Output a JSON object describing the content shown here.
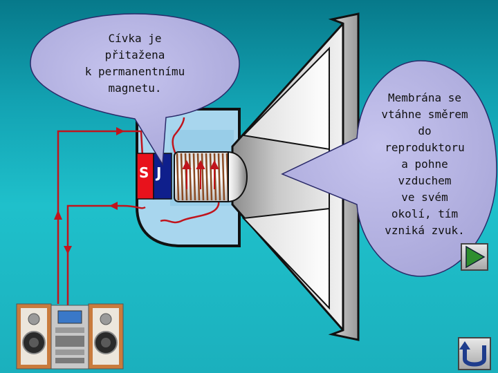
{
  "bubble_left": {
    "lines": [
      "Cívka je",
      "přitažena",
      "k permanentnímu",
      "magnetu."
    ]
  },
  "bubble_right": {
    "lines": [
      "Membrána se",
      "vtáhne směrem",
      "do",
      "reproduktoru",
      "a pohne",
      "vzduchem",
      "ve svém",
      "okolí, tím",
      "vzniká zvuk."
    ]
  },
  "magnet": {
    "south_label": "S",
    "north_label": "J",
    "south_color": "#e8121c",
    "north_color": "#0f1f8c"
  },
  "colors": {
    "wire": "#c0141c",
    "bubble_fill": "#b6b4e4",
    "basket_fill": "#a8d6ee",
    "cone_fill": "#e6e6e6",
    "coil": "#8a4a22",
    "next_arrow": "#2f8f2f"
  },
  "icons": {
    "next": "play-triangle-icon",
    "back": "u-turn-arrow-icon",
    "device": "stereo-system-icon"
  }
}
